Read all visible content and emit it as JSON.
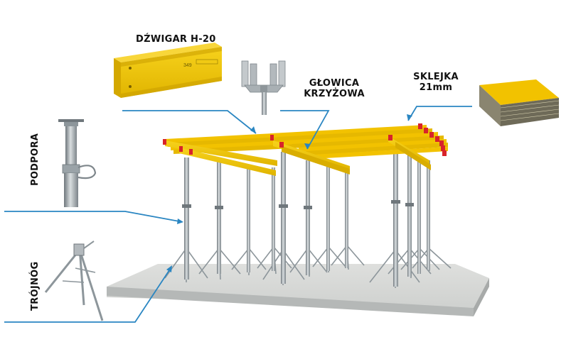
{
  "labels": {
    "dzwigar": "DŹWIGAR H-20",
    "glowica_1": "GŁOWICA",
    "glowica_2": "KRZYŻOWA",
    "sklejka_1": "SKLEJKA",
    "sklejka_2": "21mm",
    "podpora": "PODPORA",
    "trojnog": "TRÓJNÓG"
  },
  "beam_marking": "349",
  "colors": {
    "callout_line": "#2a86c2",
    "beam_yellow": "#f2c200",
    "beam_yellow_dark": "#c99c00",
    "beam_red_cap": "#d8232a",
    "prop_steel": "#9aa3a8",
    "slab_top": "#d5d7d6",
    "slab_side": "#b9bcbb"
  }
}
